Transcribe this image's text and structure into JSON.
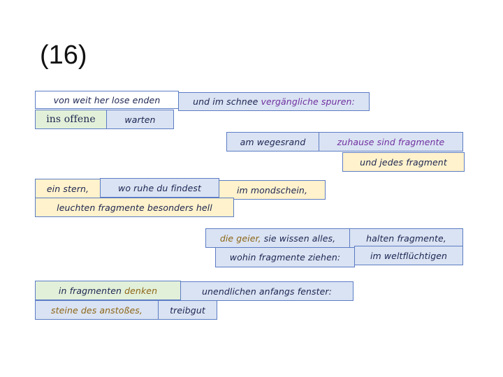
{
  "slide_number": "(16)",
  "colors": {
    "blue_fill": "#dae3f3",
    "yellow_fill": "#fff2cc",
    "green_fill": "#e2f0d9",
    "border": "#5b7cc4",
    "text": "#1b2450",
    "purple_accent": "#7030a0",
    "gold_accent": "#8c6414"
  },
  "fragments": [
    {
      "segments": [
        "von weit her lose enden"
      ]
    },
    {
      "segments": [
        "und im schnee ",
        "vergängliche spuren:"
      ]
    },
    {
      "segments": [
        "ins offene"
      ]
    },
    {
      "segments": [
        "warten"
      ]
    },
    {
      "segments": [
        "am wegesrand"
      ]
    },
    {
      "segments": [
        "zuhause sind fragmente"
      ]
    },
    {
      "segments": [
        "und jedes fragment"
      ]
    },
    {
      "segments": [
        "ein stern,"
      ]
    },
    {
      "segments": [
        "wo ruhe du findest"
      ]
    },
    {
      "segments": [
        "im mondschein,"
      ]
    },
    {
      "segments": [
        "leuchten fragmente besonders hell"
      ]
    },
    {
      "segments": [
        "die geier,",
        " sie wissen alles,"
      ]
    },
    {
      "segments": [
        "halten fragmente,"
      ]
    },
    {
      "segments": [
        "wohin fragmente ziehen:"
      ]
    },
    {
      "segments": [
        "im weltflüchtigen"
      ]
    },
    {
      "segments": [
        "in fragmenten ",
        "denken"
      ]
    },
    {
      "segments": [
        "unendlichen anfangs fenster:"
      ]
    },
    {
      "segments": [
        "steine des anstoßes,"
      ]
    },
    {
      "segments": [
        "treibgut"
      ]
    }
  ]
}
